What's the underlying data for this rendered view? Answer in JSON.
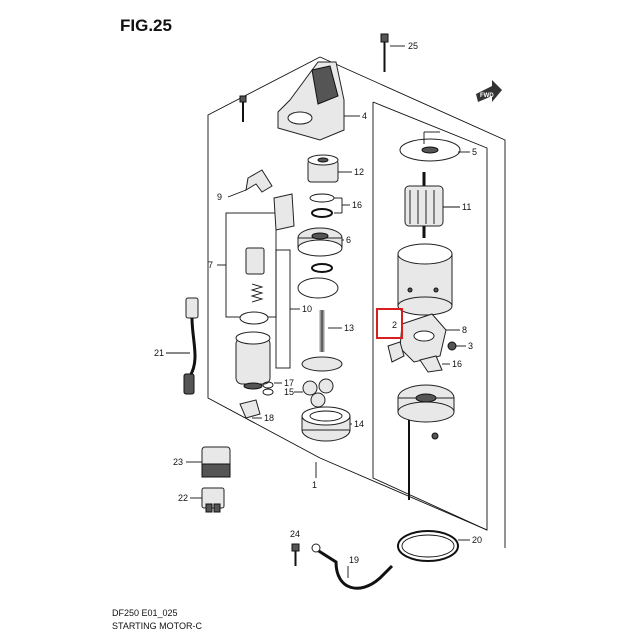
{
  "figure": {
    "title": "FIG.25"
  },
  "footer": {
    "code": "DF250 E01_025",
    "name": "STARTING MOTOR-C"
  },
  "fwd_badge": "FWD",
  "callouts": {
    "c1": "1",
    "c2": "2",
    "c3": "3",
    "c4": "4",
    "c5": "5",
    "c6": "6",
    "c7": "7",
    "c8": "8",
    "c9": "9",
    "c10": "10",
    "c11": "11",
    "c12": "12",
    "c13": "13",
    "c14": "14",
    "c15": "15",
    "c16a": "16",
    "c16b": "16",
    "c17": "17",
    "c18": "18",
    "c19": "19",
    "c20": "20",
    "c21": "21",
    "c22": "22",
    "c23": "23",
    "c24": "24",
    "c25": "25"
  },
  "highlight": {
    "part": "2",
    "color": "#d81e1e"
  }
}
